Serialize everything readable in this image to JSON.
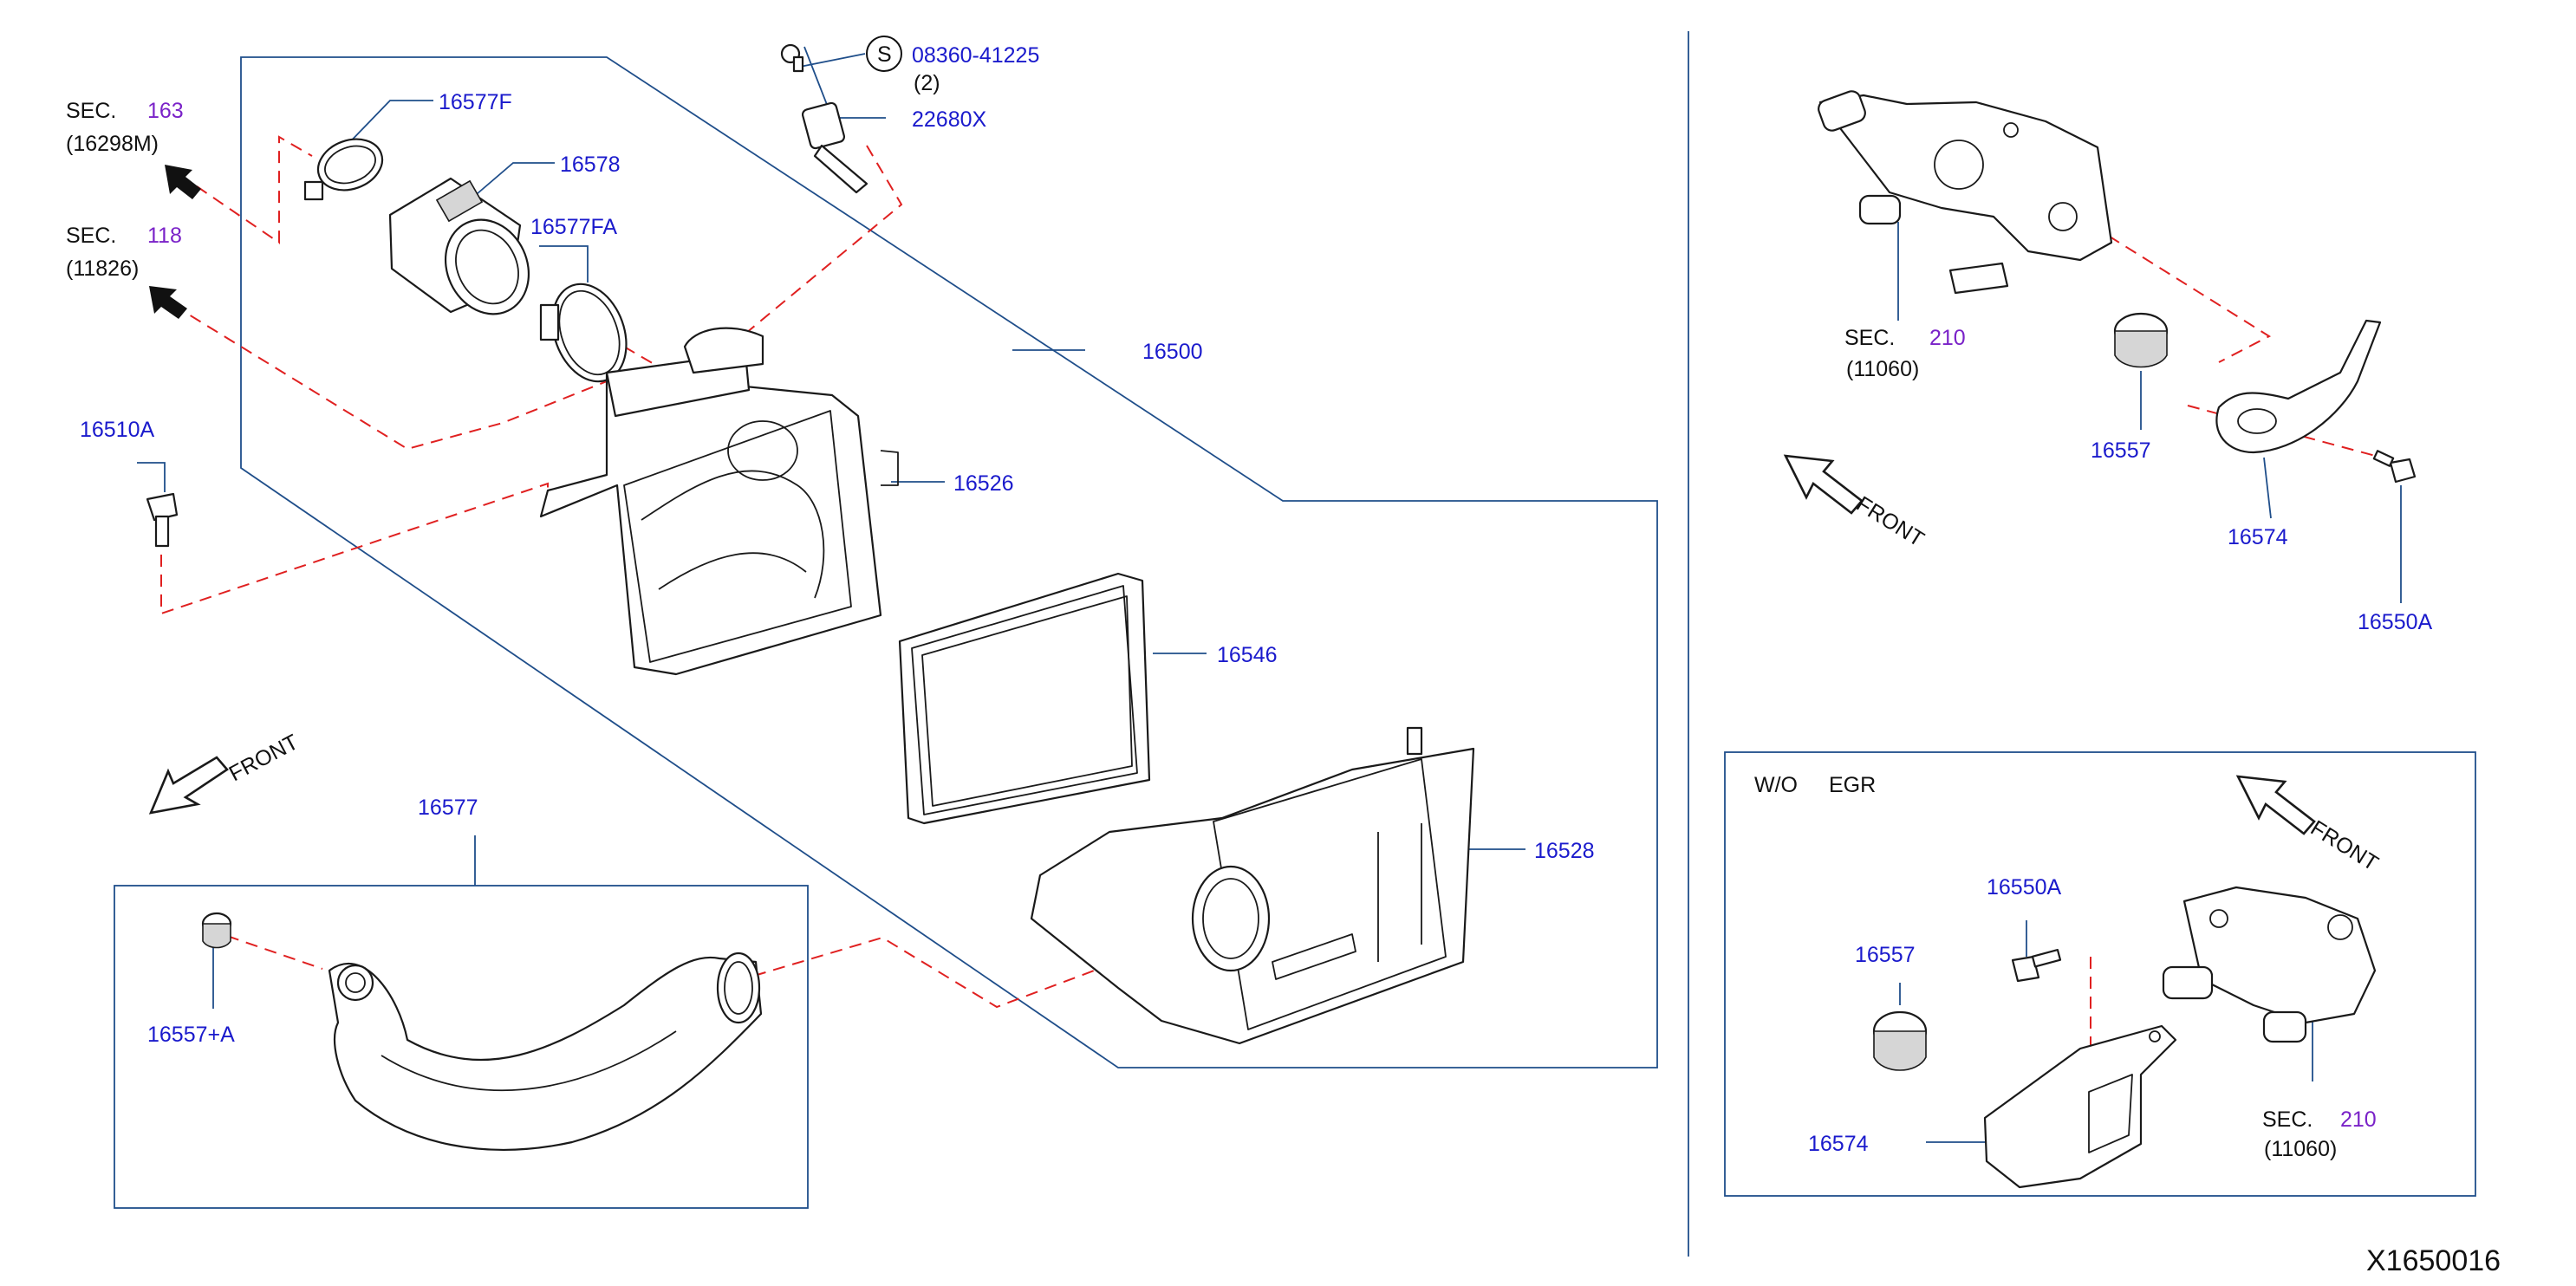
{
  "parts": {
    "p16577F": "16577F",
    "p16578": "16578",
    "p16577FA": "16577FA",
    "p16500": "16500",
    "p16526": "16526",
    "p16546": "16546",
    "p16528": "16528",
    "p16510A": "16510A",
    "p16577": "16577",
    "p16557A": "16557+A",
    "p22680X": "22680X",
    "screw": "08360-41225",
    "screw_qty": "(2)",
    "screw_s": "S",
    "r16557": "16557",
    "r16574": "16574",
    "r16550A": "16550A",
    "w16550A": "16550A",
    "w16557": "16557",
    "w16574": "16574"
  },
  "sections": {
    "sec_word": "SEC.",
    "s163_num": "163",
    "s163_ref": "(16298M)",
    "s118_num": "118",
    "s118_ref": "(11826)",
    "s210a_num": "210",
    "s210a_ref": "(11060)",
    "s210b_num": "210",
    "s210b_ref": "(11060)"
  },
  "labels": {
    "front": "FRONT",
    "wo": "W/O",
    "egr": "EGR",
    "drawing_id": "X1650016"
  }
}
